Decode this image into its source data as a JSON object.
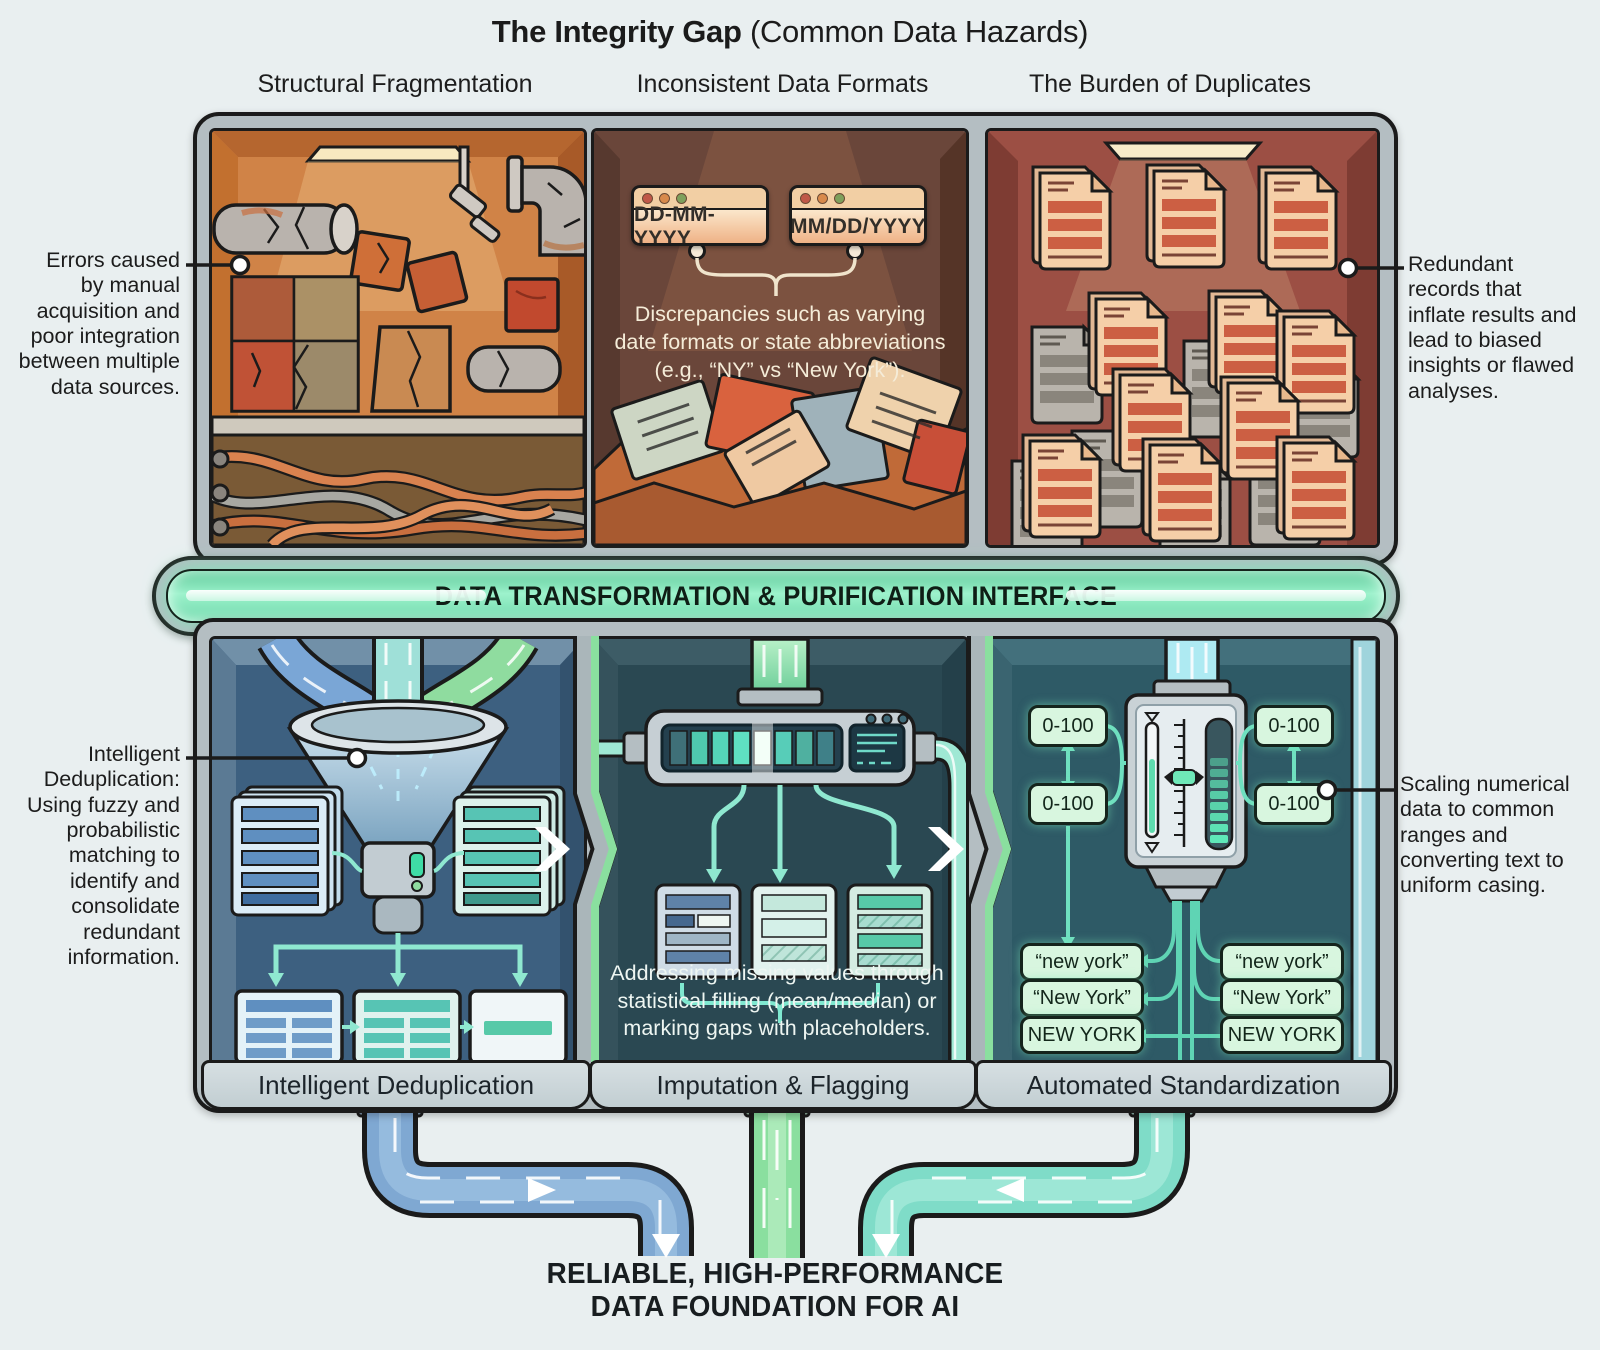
{
  "title": {
    "bold": "The Integrity Gap",
    "rest": " (Common Data Hazards)"
  },
  "hazards": {
    "columns": [
      "Structural Fragmentation",
      "Inconsistent Data Formats",
      "The Burden of Duplicates"
    ],
    "left_annotation": "Errors caused by manual acquisition and poor integration between multiple data sources.",
    "right_annotation": "Redundant records that inflate results and lead to biased insights or flawed analyses.",
    "date_formats": [
      "DD-MM-YYYY",
      "MM/DD/YYYY"
    ],
    "middle_caption": "Discrepancies such as varying date formats or state abbreviations (e.g., “NY” vs “New York”)."
  },
  "interface_bar": {
    "label": "DATA TRANSFORMATION & PURIFICATION INTERFACE"
  },
  "solutions": {
    "panel_labels": [
      "Intelligent Deduplication",
      "Imputation & Flagging",
      "Automated Standardization"
    ],
    "left_annotation": "Intelligent Deduplication: Using fuzzy and probabilistic matching to identify and consolidate redundant information.",
    "right_annotation": "Scaling numerical data to common ranges and converting text to uniform casing.",
    "middle_caption": "Addressing missing values through statistical filling (mean/median) or marking gaps with placeholders.",
    "range_labels": [
      "0-100",
      "0-100",
      "0-100",
      "0-100"
    ],
    "casing_left": [
      "“new york”",
      "“New York”",
      "NEW YORK"
    ],
    "casing_right": [
      "“new york”",
      "“New York”",
      "NEW YORK"
    ]
  },
  "footer": {
    "line1": "RELIABLE, HIGH-PERFORMANCE",
    "line2": "DATA FOUNDATION FOR AI"
  },
  "colors": {
    "background": "#e9eff0",
    "frame_gray": "#b4bec2",
    "outline": "#1b1b1b",
    "hazard_orange": "#d08347",
    "hazard_maroon": "#6a463a",
    "hazard_red": "#9c4f44",
    "interface_green": "#7de8b8",
    "clean_blue": "#3d6080",
    "clean_teal": "#2a4852",
    "pill_green": "#d8f6df",
    "flow_teal": "#8fe8d0"
  }
}
